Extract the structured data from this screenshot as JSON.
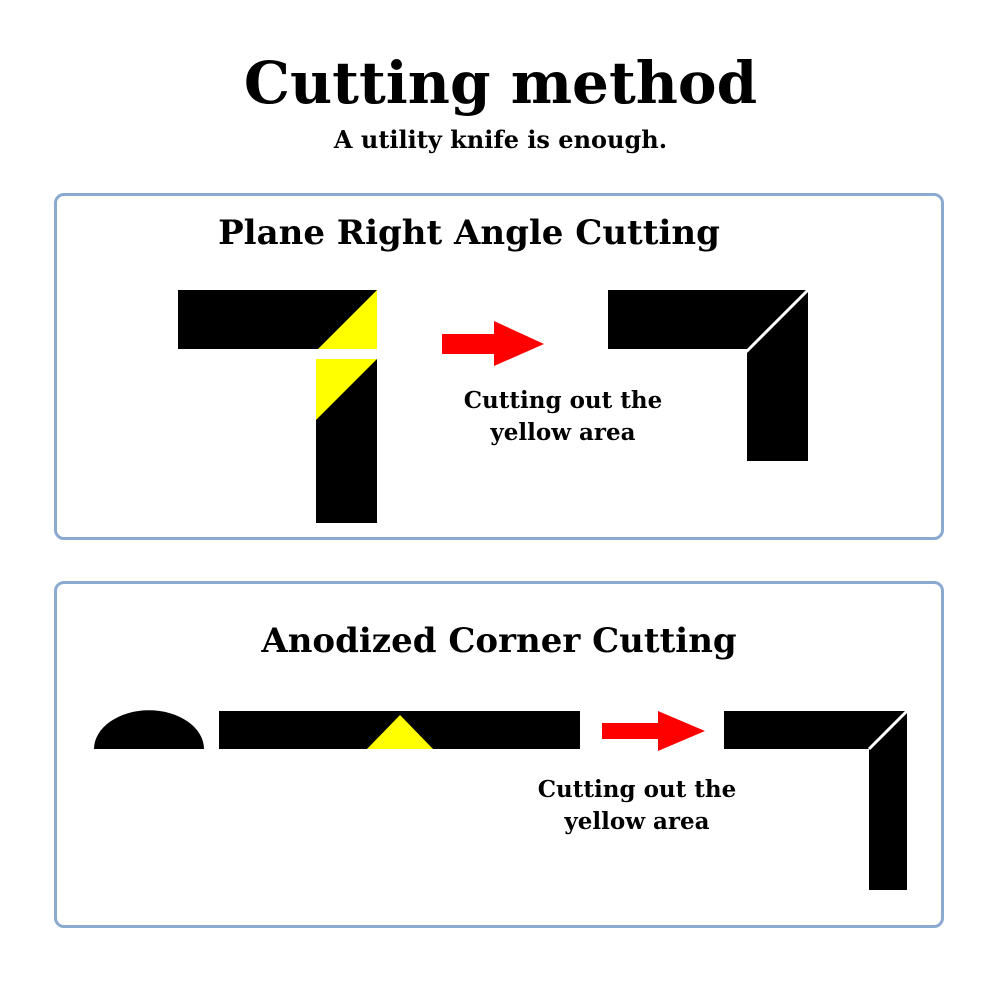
{
  "header": {
    "title": "Cutting method",
    "subtitle": "A utility knife is enough."
  },
  "panels": [
    {
      "heading": "Plane Right Angle Cutting",
      "caption_line1": "Cutting out the",
      "caption_line2": "yellow area"
    },
    {
      "heading": "Anodized Corner Cutting",
      "caption_line1": "Cutting out the",
      "caption_line2": "yellow area"
    }
  ],
  "colors": {
    "strip": "#000000",
    "cut_area": "#ffff00",
    "arrow": "#ff0000",
    "panel_border": "#8aaad0"
  }
}
